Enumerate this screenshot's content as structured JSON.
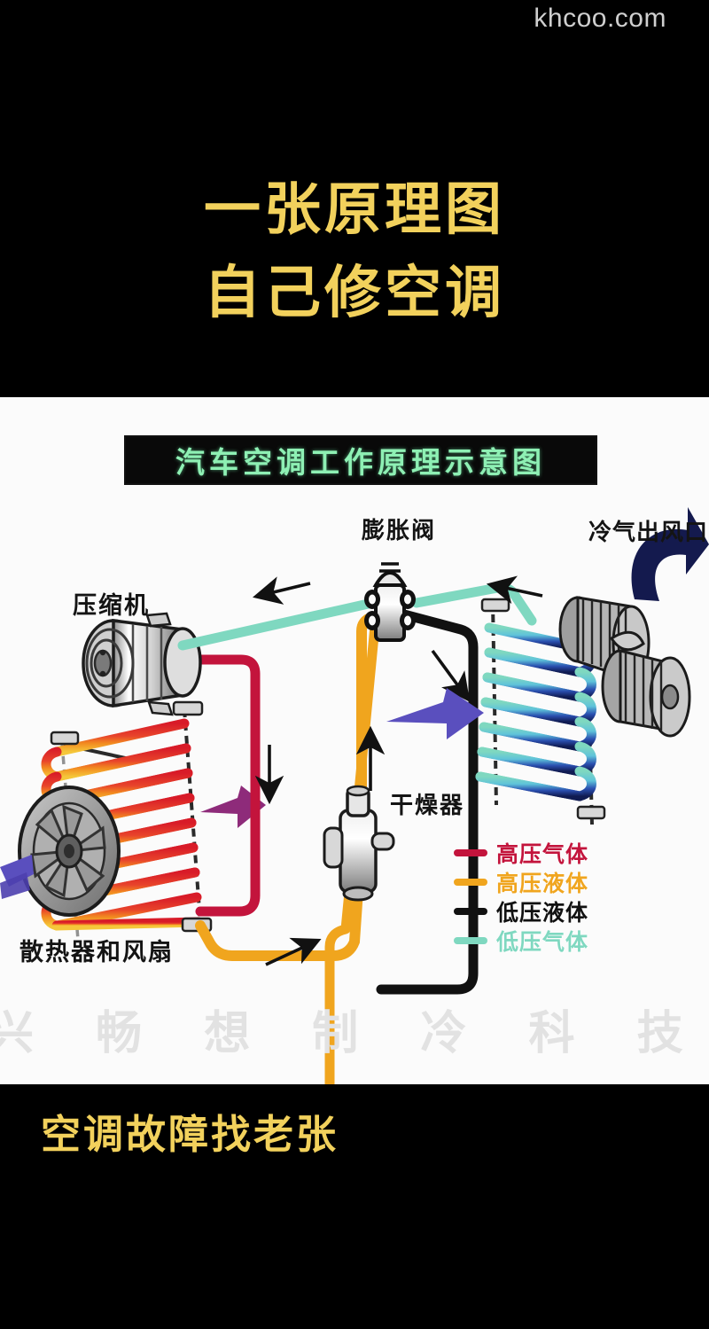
{
  "site_watermark": "khcoo.com",
  "headline": {
    "line1": "一张原理图",
    "line2": "自己修空调"
  },
  "diagram": {
    "title": "汽车空调工作原理示意图",
    "title_color": "#8ef0b4",
    "labels": {
      "compressor": "压缩机",
      "expansion_valve": "膨胀阀",
      "cold_air_outlet": "冷气出风口",
      "dryer": "干燥器",
      "radiator_and_fan": "散热器和风扇"
    },
    "legend": [
      {
        "label": "高压气体",
        "color": "#C3143C"
      },
      {
        "label": "高压液体",
        "color": "#F0A51E"
      },
      {
        "label": "低压液体",
        "color": "#111111"
      },
      {
        "label": "低压气体",
        "color": "#7FD8C0"
      }
    ],
    "watermark": "兴 畅 想 制 冷 科 技 有 限 公"
  },
  "caption": "空调故障找老张",
  "colors": {
    "accent_yellow": "#F2D15C",
    "panel_background": "#fbfbfb",
    "page_background": "#000000",
    "high_pressure_gas": "#C3143C",
    "high_pressure_liquid": "#F0A51E",
    "low_pressure_liquid": "#111111",
    "low_pressure_gas": "#7FD8C0",
    "airflow_cool": "#5A4FBE",
    "airflow_hot": "#8E2B7A",
    "blower_arrow": "#141A4E"
  }
}
